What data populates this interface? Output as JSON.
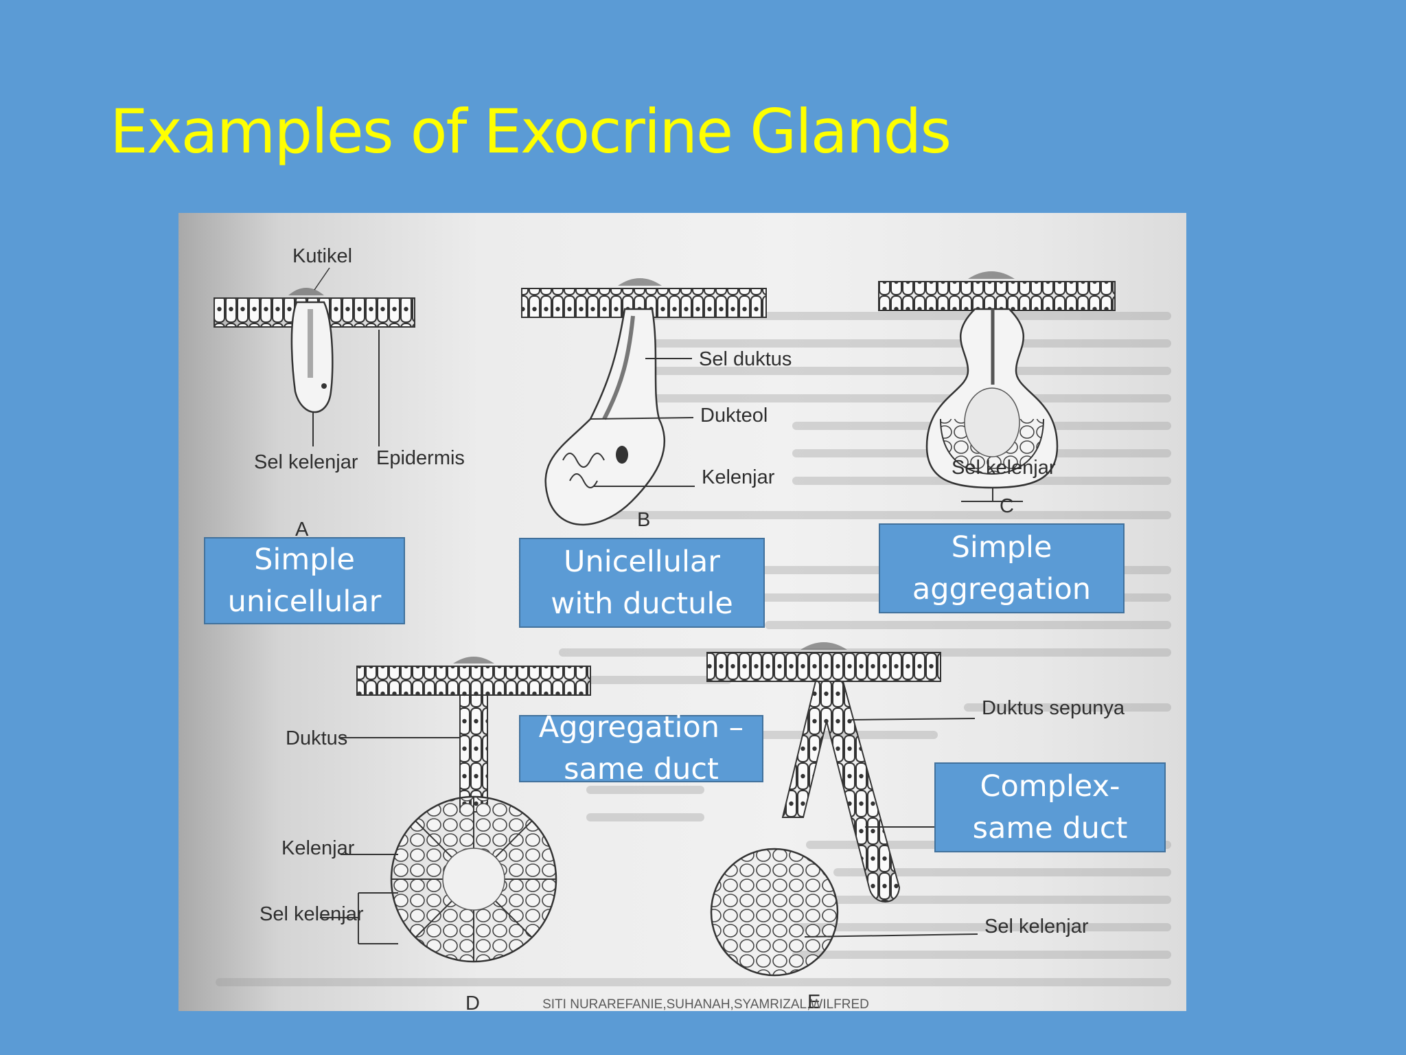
{
  "slide": {
    "title": "Examples of Exocrine Glands",
    "footer": "SITI NURAREFANIE,SUHANAH,SYAMRIZAL,WILFRED"
  },
  "figure": {
    "labels": {
      "kutikel": "Kutikel",
      "a_sel_kelenjar": "Sel kelenjar",
      "a_epidermis": "Epidermis",
      "a_letter": "A",
      "b_sel_duktus": "Sel duktus",
      "b_dukteol": "Dukteol",
      "b_kelenjar": "Kelenjar",
      "b_letter": "B",
      "c_sel_kelenjar": "Sel kelenjar",
      "c_letter": "C",
      "d_duktus": "Duktus",
      "d_kelenjar": "Kelenjar",
      "d_sel_kelenjar": "Sel kelenjar",
      "d_letter": "D",
      "e_duktus_sepunya": "Duktus sepunya",
      "e_sel_kelenjar": "Sel kelenjar",
      "e_letter": "E"
    }
  },
  "callouts": {
    "a": {
      "line1": "Simple",
      "line2": "unicellular"
    },
    "b": {
      "line1": "Unicellular",
      "line2": "with ductule"
    },
    "c": {
      "line1": "Simple",
      "line2": "aggregation"
    },
    "d": {
      "line1": "Aggregation –",
      "line2": "same duct"
    },
    "e": {
      "line1": "Complex-",
      "line2": "same duct"
    }
  },
  "colors": {
    "background": "#5b9bd5",
    "title": "#ffff00",
    "callout_fill": "#5b9bd5",
    "callout_border": "#41719c"
  }
}
